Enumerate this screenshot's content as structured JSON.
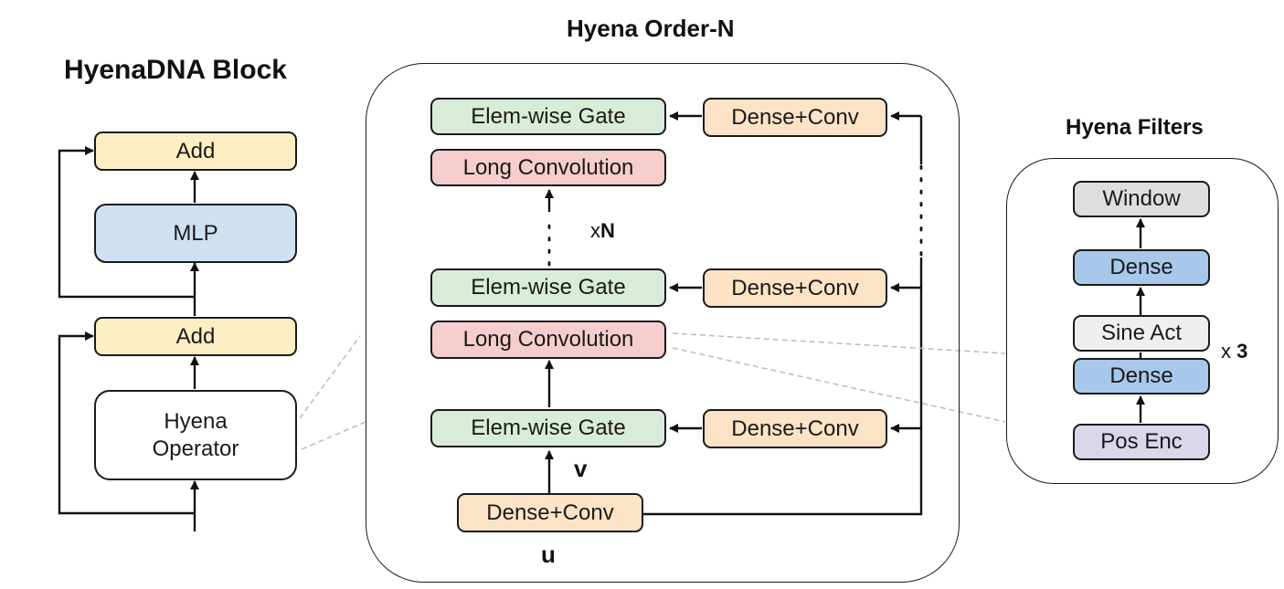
{
  "titles": {
    "hyenadna_block": "HyenaDNA Block",
    "hyena_order_n": "Hyena Order-N",
    "hyena_filters": "Hyena Filters"
  },
  "block": {
    "add_top": "Add",
    "mlp": "MLP",
    "add_bottom": "Add",
    "hyena_operator_line1": "Hyena",
    "hyena_operator_line2": "Operator"
  },
  "order_n": {
    "gate_top": "Elem-wise Gate",
    "dense_conv_top": "Dense+Conv",
    "long_conv_top": "Long Convolution",
    "repeat_prefix": "x",
    "repeat_symbol": "N",
    "gate_mid": "Elem-wise Gate",
    "dense_conv_mid": "Dense+Conv",
    "long_conv_mid": "Long Convolution",
    "gate_bottom": "Elem-wise Gate",
    "dense_conv_bottom": "Dense+Conv",
    "v_label": "v",
    "dense_conv_input": "Dense+Conv",
    "u_label": "u"
  },
  "filters": {
    "window": "Window",
    "dense_top": "Dense",
    "sine_act": "Sine Act",
    "dense_bottom": "Dense",
    "pos_enc": "Pos Enc",
    "repeat_prefix": "x",
    "repeat_count": "3"
  },
  "colors": {
    "add": "#fdefc3",
    "mlp": "#cfe0f2",
    "gate": "#d9ecd9",
    "dense_conv": "#fce3c6",
    "long_conv": "#f5cdcd",
    "window": "#dedede",
    "dense": "#a7c8ea",
    "sine_act": "#efefef",
    "pos_enc": "#dcd6ea"
  }
}
